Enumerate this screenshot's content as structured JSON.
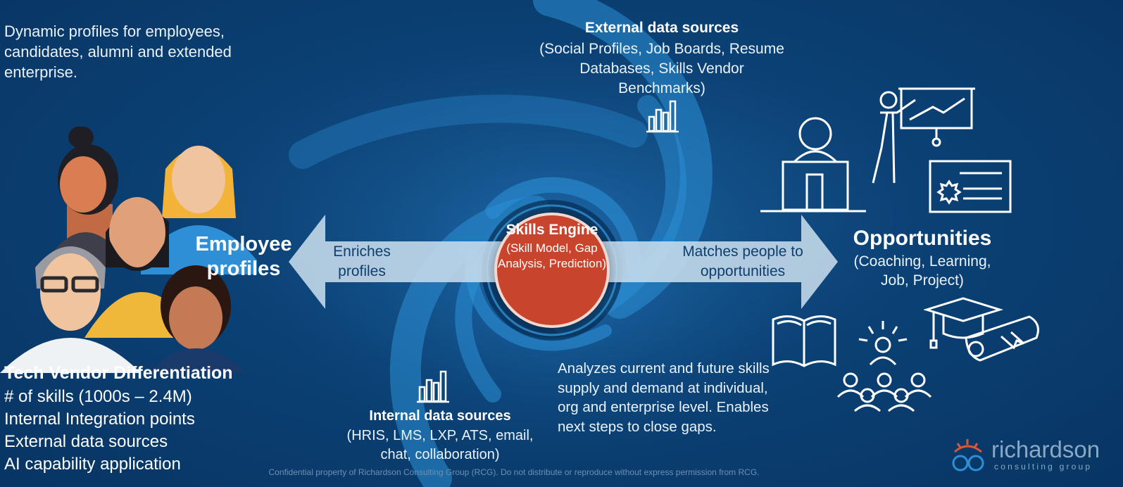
{
  "intro_text": "Dynamic profiles for employees, candidates, alumni and extended enterprise.",
  "external_sources": {
    "title": "External data sources",
    "body": "(Social Profiles, Job Boards, Resume Databases, Skills Vendor Benchmarks)"
  },
  "internal_sources": {
    "title": "Internal data sources",
    "body": "(HRIS, LMS, LXP, ATS, email, chat, collaboration)"
  },
  "employee_profiles_label": "Employee profiles",
  "enriches_label": "Enriches profiles",
  "matches_label": "Matches people to opportunities",
  "skills_engine": {
    "title": "Skills Engine",
    "body": "(Skill Model, Gap Analysis, Prediction)"
  },
  "opportunities": {
    "title": "Opportunities",
    "body": "(Coaching, Learning, Job, Project)"
  },
  "analyzes_text": "Analyzes current and future skills supply and demand at individual, org and enterprise level. Enables next steps to close gaps.",
  "tech_vendor": {
    "title": "Tech Vendor Differentiation",
    "items": [
      "# of skills (1000s – 2.4M)",
      "Internal Integration points",
      "External data sources",
      "AI capability application"
    ]
  },
  "footer": "Confidential property of Richardson Consulting Group (RCG). Do not distribute or reproduce without express permission from RCG.",
  "logo": {
    "wordmark": "richardson",
    "subtitle": "consulting group"
  },
  "colors": {
    "background": "#0b4175",
    "engine": "#c8442c",
    "arrow": "#c7dcec",
    "swirl": "#2c8fd6"
  },
  "icons": [
    "people-illustration-icon",
    "bar-chart-icon",
    "computer-user-icon",
    "presenter-icon",
    "certificate-icon",
    "book-icon",
    "idea-person-icon",
    "group-icon",
    "graduation-cap-icon"
  ]
}
